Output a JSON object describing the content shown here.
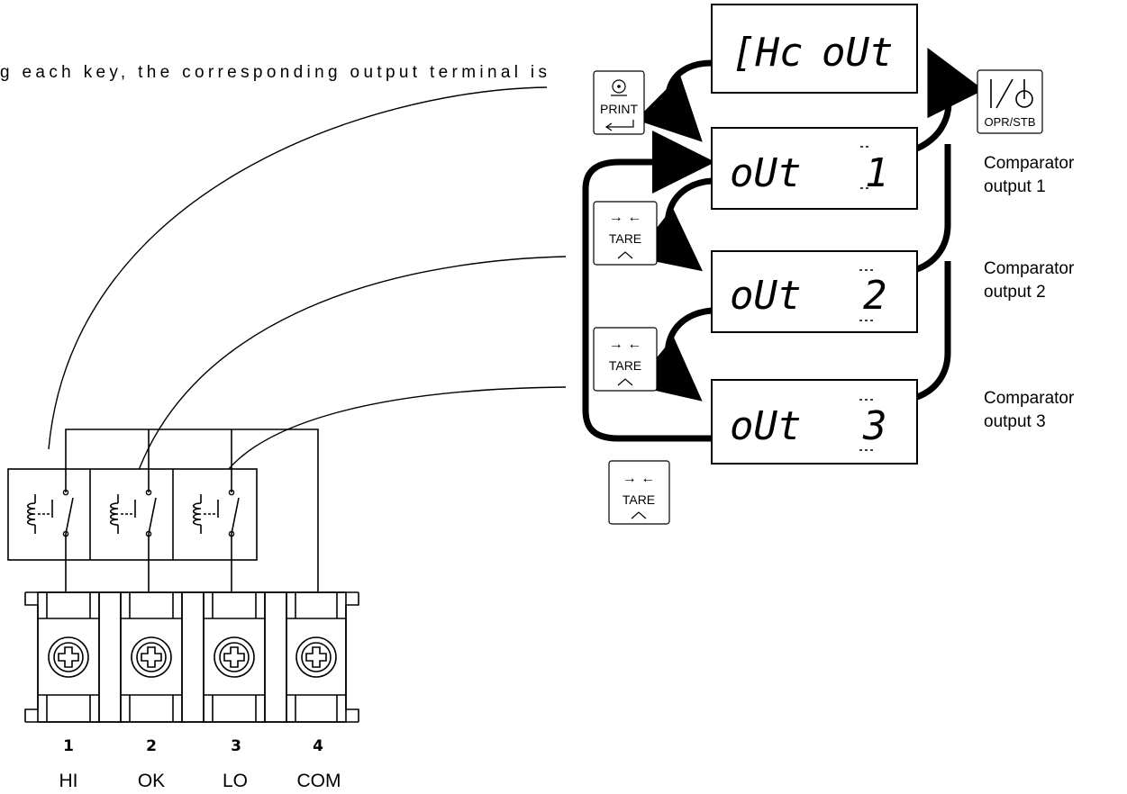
{
  "intro_text": "g each key, the corresponding output terminal is",
  "displays": [
    {
      "left": "[Hc",
      "right": "oUt"
    },
    {
      "left": "oUt",
      "right": "1"
    },
    {
      "left": "oUt",
      "right": "2"
    },
    {
      "left": "oUt",
      "right": "3"
    }
  ],
  "keys": {
    "print": {
      "label": "PRINT",
      "icon": "print-icon"
    },
    "tare": {
      "label": "TARE",
      "arrows": "→ ←",
      "icon": "tare-icon"
    },
    "opr_stb": {
      "label": "OPR/STB",
      "icon": "power-icon"
    }
  },
  "outputs": [
    {
      "line1": "Comparator",
      "line2": "output 1"
    },
    {
      "line1": "Comparator",
      "line2": "output 2"
    },
    {
      "line1": "Comparator",
      "line2": "output 3"
    }
  ],
  "terminals": [
    {
      "number": "1",
      "signal": "HI"
    },
    {
      "number": "2",
      "signal": "OK"
    },
    {
      "number": "3",
      "signal": "LO"
    },
    {
      "number": "4",
      "signal": "COM"
    }
  ]
}
